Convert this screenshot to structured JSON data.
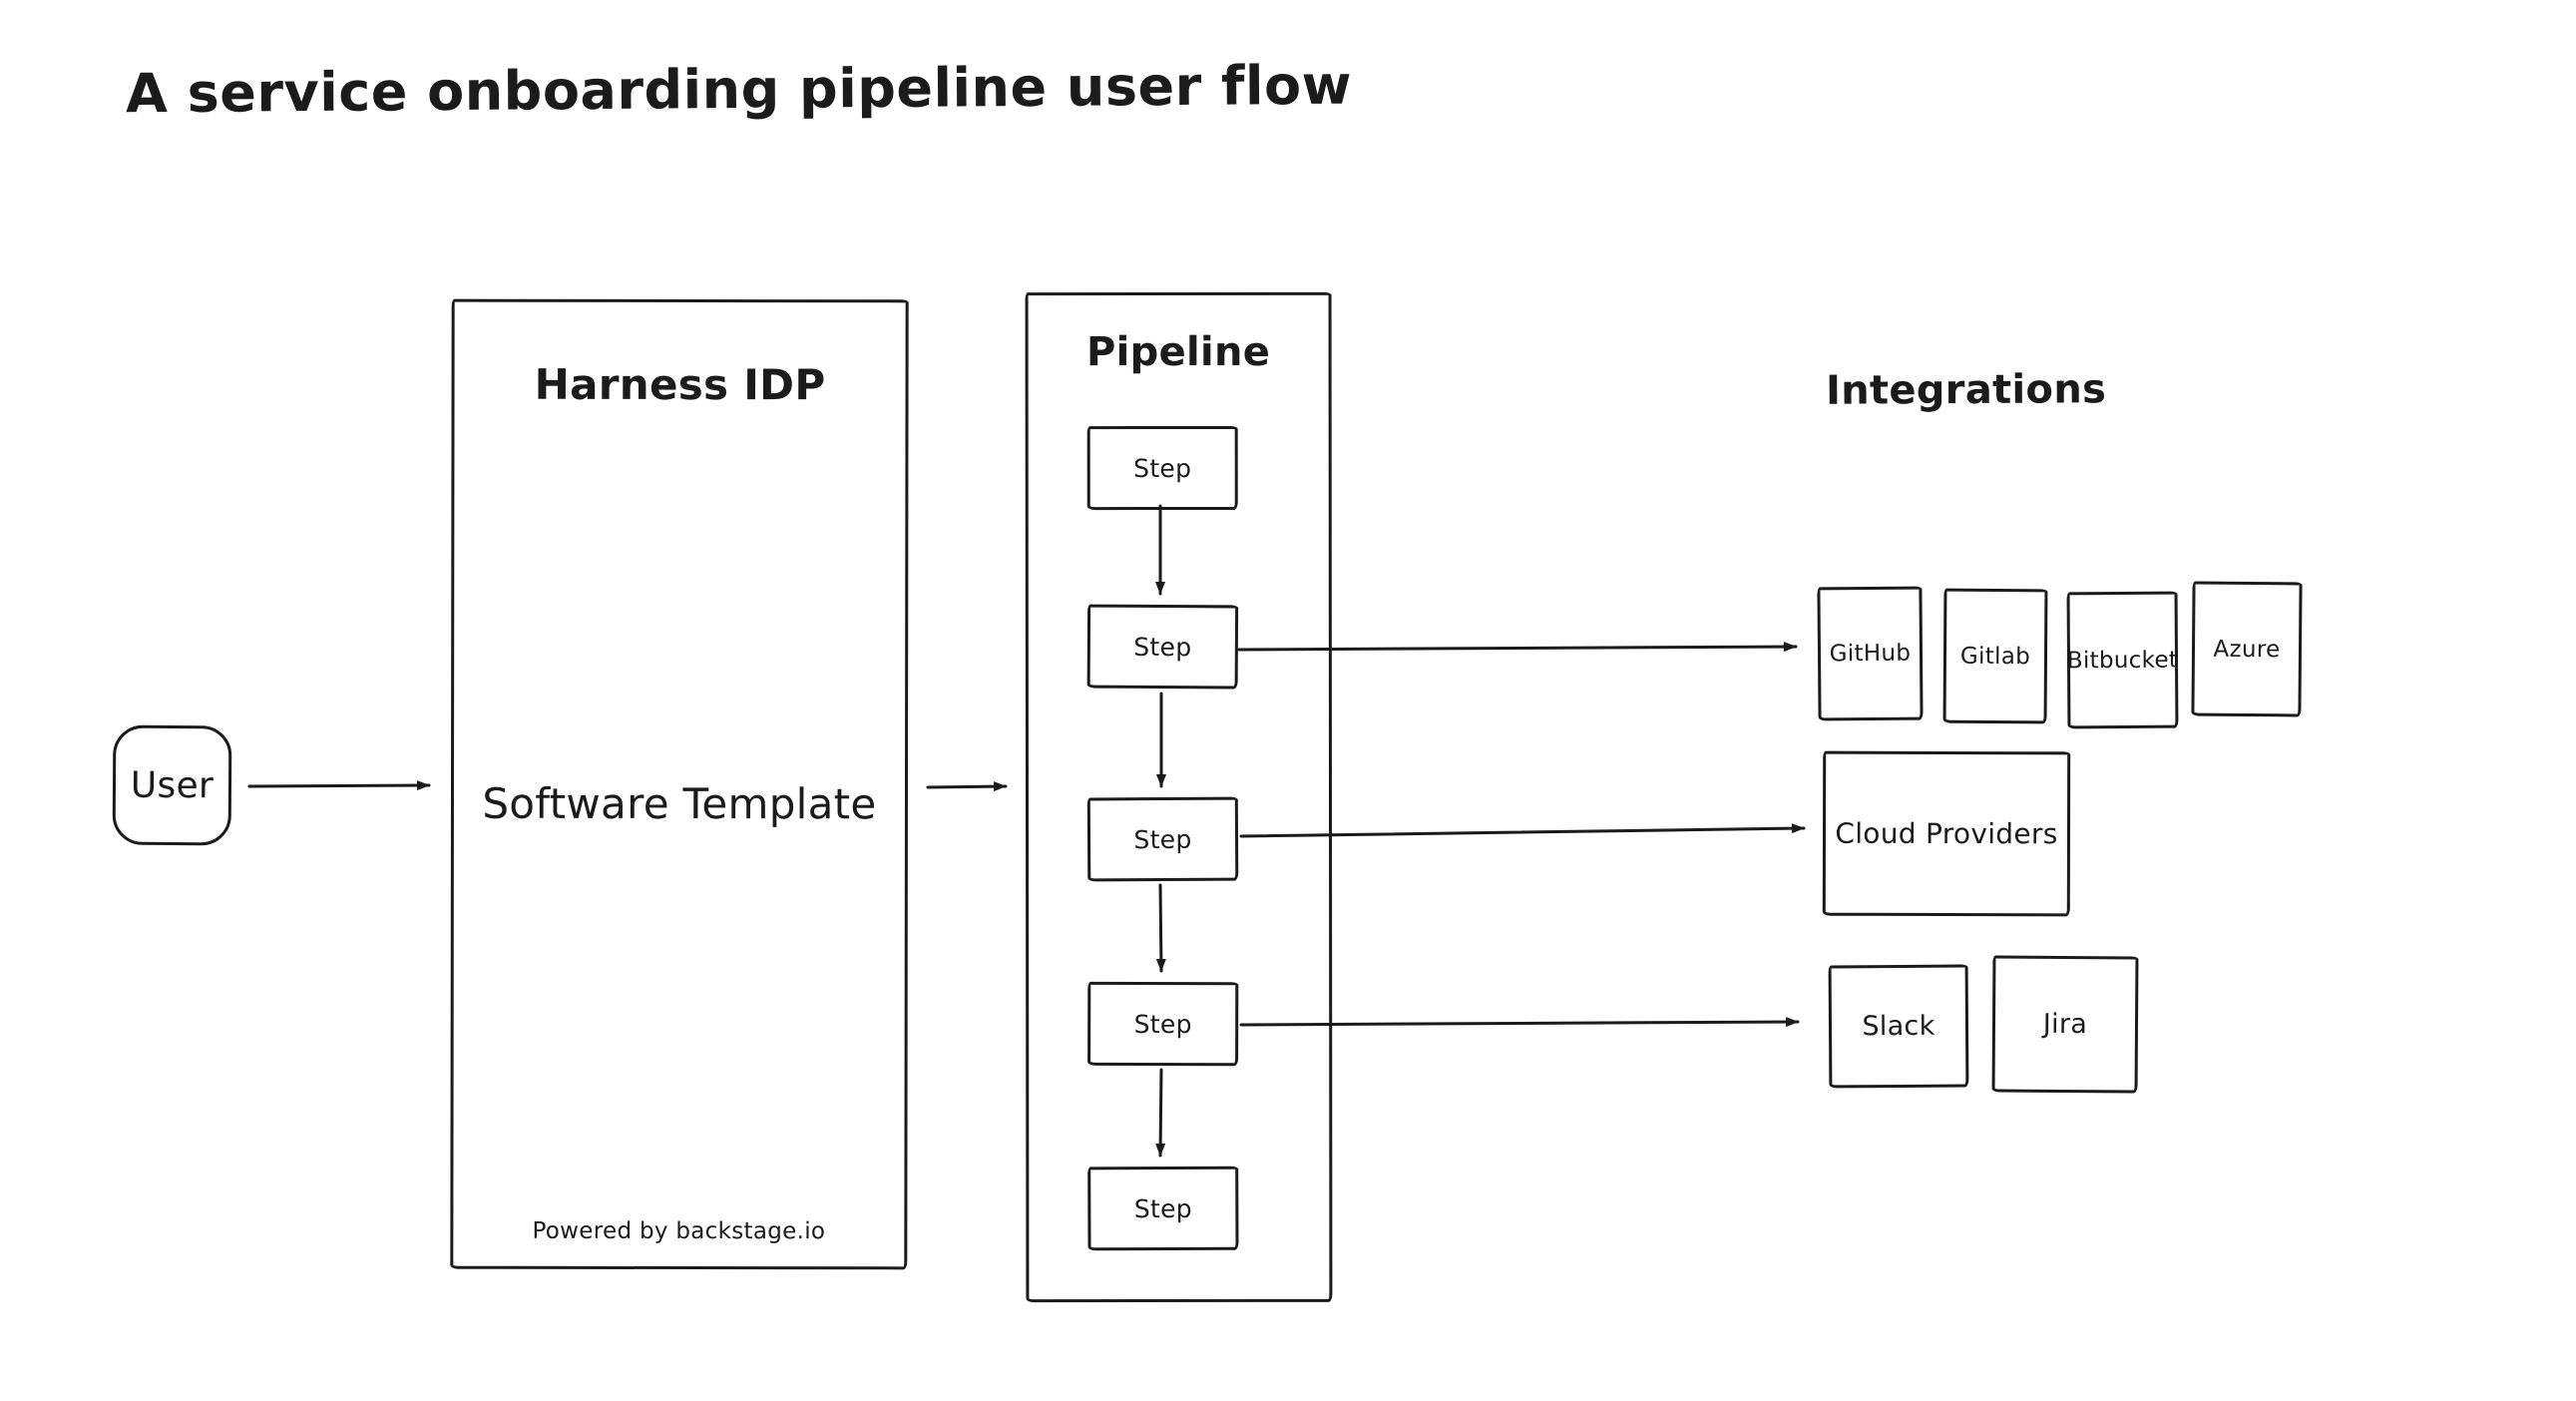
{
  "title": "A service onboarding pipeline user flow",
  "colors": {
    "stroke": "#1b1b1b",
    "background": "#ffffff"
  },
  "nodes": {
    "user": {
      "label": "User"
    },
    "harness": {
      "title": "Harness IDP",
      "center_label": "Software Template",
      "footer": "Powered by backstage.io"
    },
    "pipeline": {
      "title": "Pipeline",
      "steps": [
        "Step",
        "Step",
        "Step",
        "Step",
        "Step"
      ]
    },
    "integrations": {
      "heading": "Integrations",
      "row1": [
        "GitHub",
        "Gitlab",
        "Bitbucket",
        "Azure"
      ],
      "row2": [
        "Cloud Providers"
      ],
      "row3": [
        "Slack",
        "Jira"
      ]
    }
  },
  "edges": [
    "User -> Harness IDP",
    "Harness IDP -> Pipeline",
    "Step 1 -> Step 2",
    "Step 2 -> Step 3",
    "Step 3 -> Step 4",
    "Step 4 -> Step 5",
    "Step 2 -> GitHub",
    "Step 3 -> Cloud Providers",
    "Step 4 -> Slack"
  ]
}
